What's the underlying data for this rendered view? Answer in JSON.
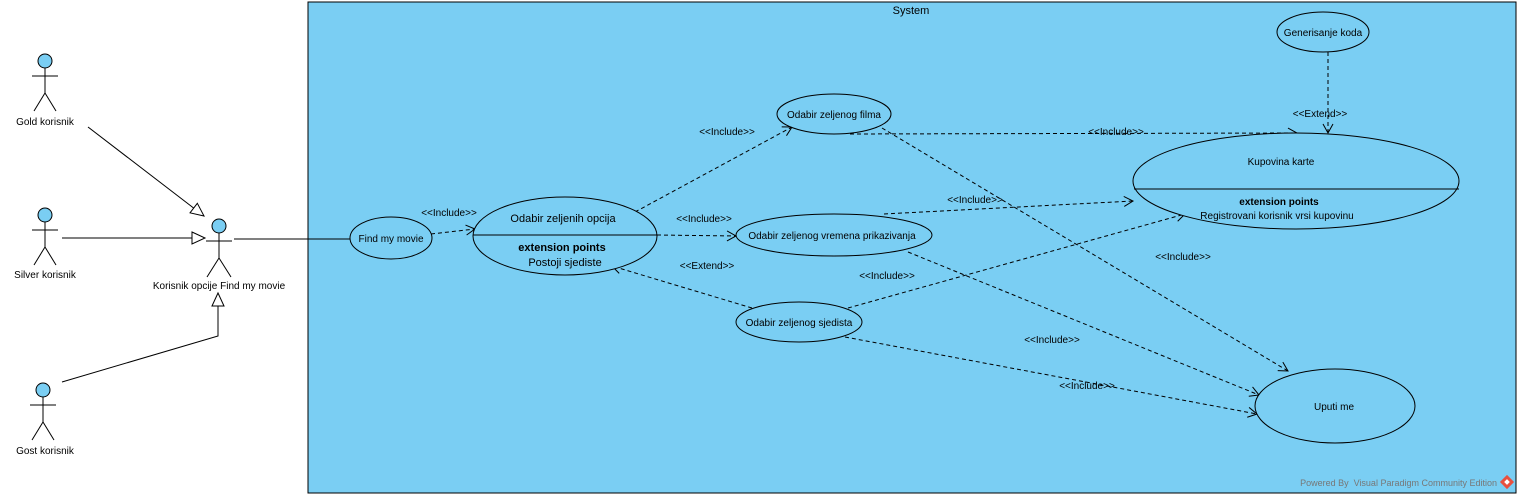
{
  "system": {
    "title": "System",
    "fill": "#7acef3"
  },
  "actors": {
    "gold": "Gold korisnik",
    "silver": "Silver korisnik",
    "gost": "Gost korisnik",
    "main": "Korisnik opcije Find my movie",
    "head_color": "#7acef3"
  },
  "use_cases": {
    "find_movie": "Find my movie",
    "opcije": "Odabir zeljenih opcija",
    "opcije_ep_title": "extension points",
    "opcije_ep": "Postoji  sjediste",
    "film": "Odabir zeljenog filma",
    "vrijeme": "Odabir zeljenog vremena prikazivanja",
    "sjediste": "Odabir zeljenog sjedista",
    "kupovina": "Kupovina karte",
    "kupovina_ep_title": "extension points",
    "kupovina_ep": "Registrovani korisnik vrsi kupovinu",
    "kod": "Generisanje koda",
    "uputi": "Uputi me"
  },
  "relations": {
    "inc_find_opcije": "<<Include>>",
    "inc_opcije_film": "<<Include>>",
    "inc_opcije_vrijeme": "<<Include>>",
    "ext_sjediste_opcije": "<<Extend>>",
    "inc_film_kupovina": "<<Include>>",
    "inc_vrijeme_kupovina": "<<Include>>",
    "inc_sjediste_kupovina": "<<Include>>",
    "inc_film_uputi": "<<Include>>",
    "inc_vrijeme_uputi": "<<Include>>",
    "inc_sjediste_uputi": "<<Include>>",
    "ext_kod_kupovina": "<<Extend>>"
  },
  "footer": {
    "text": "Powered By  Visual Paradigm Community Edition",
    "logo_color": "#e8503f"
  }
}
